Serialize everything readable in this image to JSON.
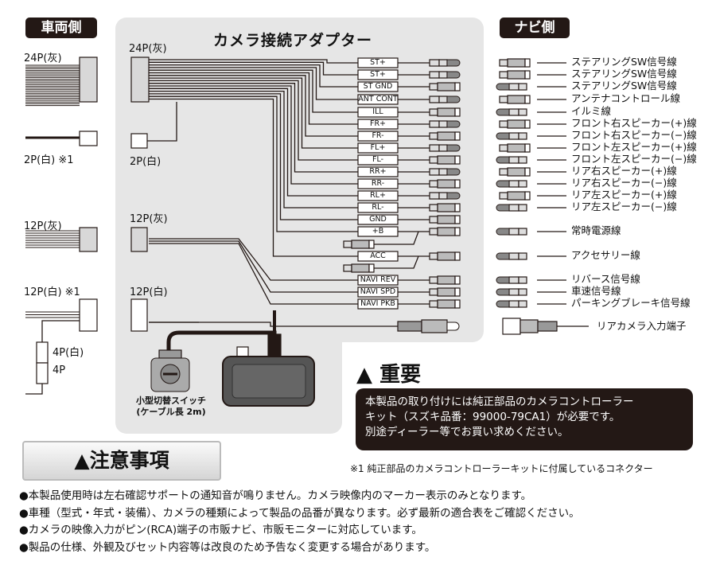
{
  "vehicle_side_label": "車両側",
  "navi_side_label": "ナビ側",
  "adapter_title": "カメラ接続アダプター",
  "vehicle_connectors": {
    "c24p": "24P(灰)",
    "c2p": "2P(白) ※1",
    "c12p_gray": "12P(灰)",
    "c12p_white": "12P(白) ※1",
    "c4p_white": "4P(白)",
    "c4p": "4P"
  },
  "adapter_connectors": {
    "c24p": "24P(灰)",
    "c2p": "2P(白)",
    "c12p_gray": "12P(灰)",
    "c12p_white": "12P(白)"
  },
  "wires": [
    {
      "code": "ST+",
      "navi_label": "ステアリングSW信号線",
      "adapter_end": "male"
    },
    {
      "code": "ST+",
      "navi_label": "ステアリングSW信号線",
      "adapter_end": "male"
    },
    {
      "code": "ST GND",
      "navi_label": "ステアリングSW信号線",
      "adapter_end": "female"
    },
    {
      "code": "ANT CONT",
      "navi_label": "アンテナコントロール線",
      "adapter_end": "male"
    },
    {
      "code": "ILL",
      "navi_label": "イルミ線",
      "adapter_end": "female"
    },
    {
      "code": "FR+",
      "navi_label": "フロント右スピーカー(+)線",
      "adapter_end": "male"
    },
    {
      "code": "FR-",
      "navi_label": "フロント右スピーカー(−)線",
      "adapter_end": "female"
    },
    {
      "code": "FL+",
      "navi_label": "フロント左スピーカー(+)線",
      "adapter_end": "male"
    },
    {
      "code": "FL-",
      "navi_label": "フロント左スピーカー(−)線",
      "adapter_end": "female"
    },
    {
      "code": "RR+",
      "navi_label": "リア右スピーカー(+)線",
      "adapter_end": "male"
    },
    {
      "code": "RR-",
      "navi_label": "リア右スピーカー(−)線",
      "adapter_end": "female"
    },
    {
      "code": "RL+",
      "navi_label": "リア左スピーカー(+)線",
      "adapter_end": "male"
    },
    {
      "code": "RL-",
      "navi_label": "リア左スピーカー(−)線",
      "adapter_end": "female"
    },
    {
      "code": "GND",
      "navi_label": "",
      "adapter_end": "female"
    },
    {
      "code": "+B",
      "navi_label": "常時電源線",
      "adapter_end": "female"
    },
    {
      "code": "ACC",
      "navi_label": "アクセサリー線",
      "adapter_end": "female"
    },
    {
      "code": "NAVI REV",
      "navi_label": "リバース信号線",
      "adapter_end": "female"
    },
    {
      "code": "NAVI SPD",
      "navi_label": "車速信号線",
      "adapter_end": "female"
    },
    {
      "code": "NAVI PKB",
      "navi_label": "パーキングブレーキ信号線",
      "adapter_end": "female"
    }
  ],
  "rear_camera_label": "リアカメラ入力端子",
  "switch_caption_1": "小型切替スイッチ",
  "switch_caption_2": "(ケーブル長 2m)",
  "important": {
    "title": "重要",
    "line1": "本製品の取り付けには純正部品のカメラコントローラー",
    "line2": "キット（スズキ品番：99000-79CA1）が必要です。",
    "line3": "別途ディーラー等でお買い求めください。"
  },
  "footnote": "※1  純正部品のカメラコントローラーキットに付属しているコネクター",
  "caution": {
    "title": "注意事項",
    "items": [
      "●本製品使用時は左右確認サポートの通知音が鳴りません。カメラ映像内のマーカー表示のみとなります。",
      "●車種（型式・年式・装備）、カメラの種類によって製品の品番が異なります。必ず最新の適合表をご確認ください。",
      "●カメラの映像入力がピン(RCA)端子の市販ナビ、市販モニターに対応しています。",
      "●製品の仕様、外観及びセット内容等は改良のため予告なく変更する場合があります。"
    ]
  },
  "colors": {
    "dark": "#231815",
    "panel": "#e6e6e6",
    "connector_gray": "#c8c8c8"
  }
}
